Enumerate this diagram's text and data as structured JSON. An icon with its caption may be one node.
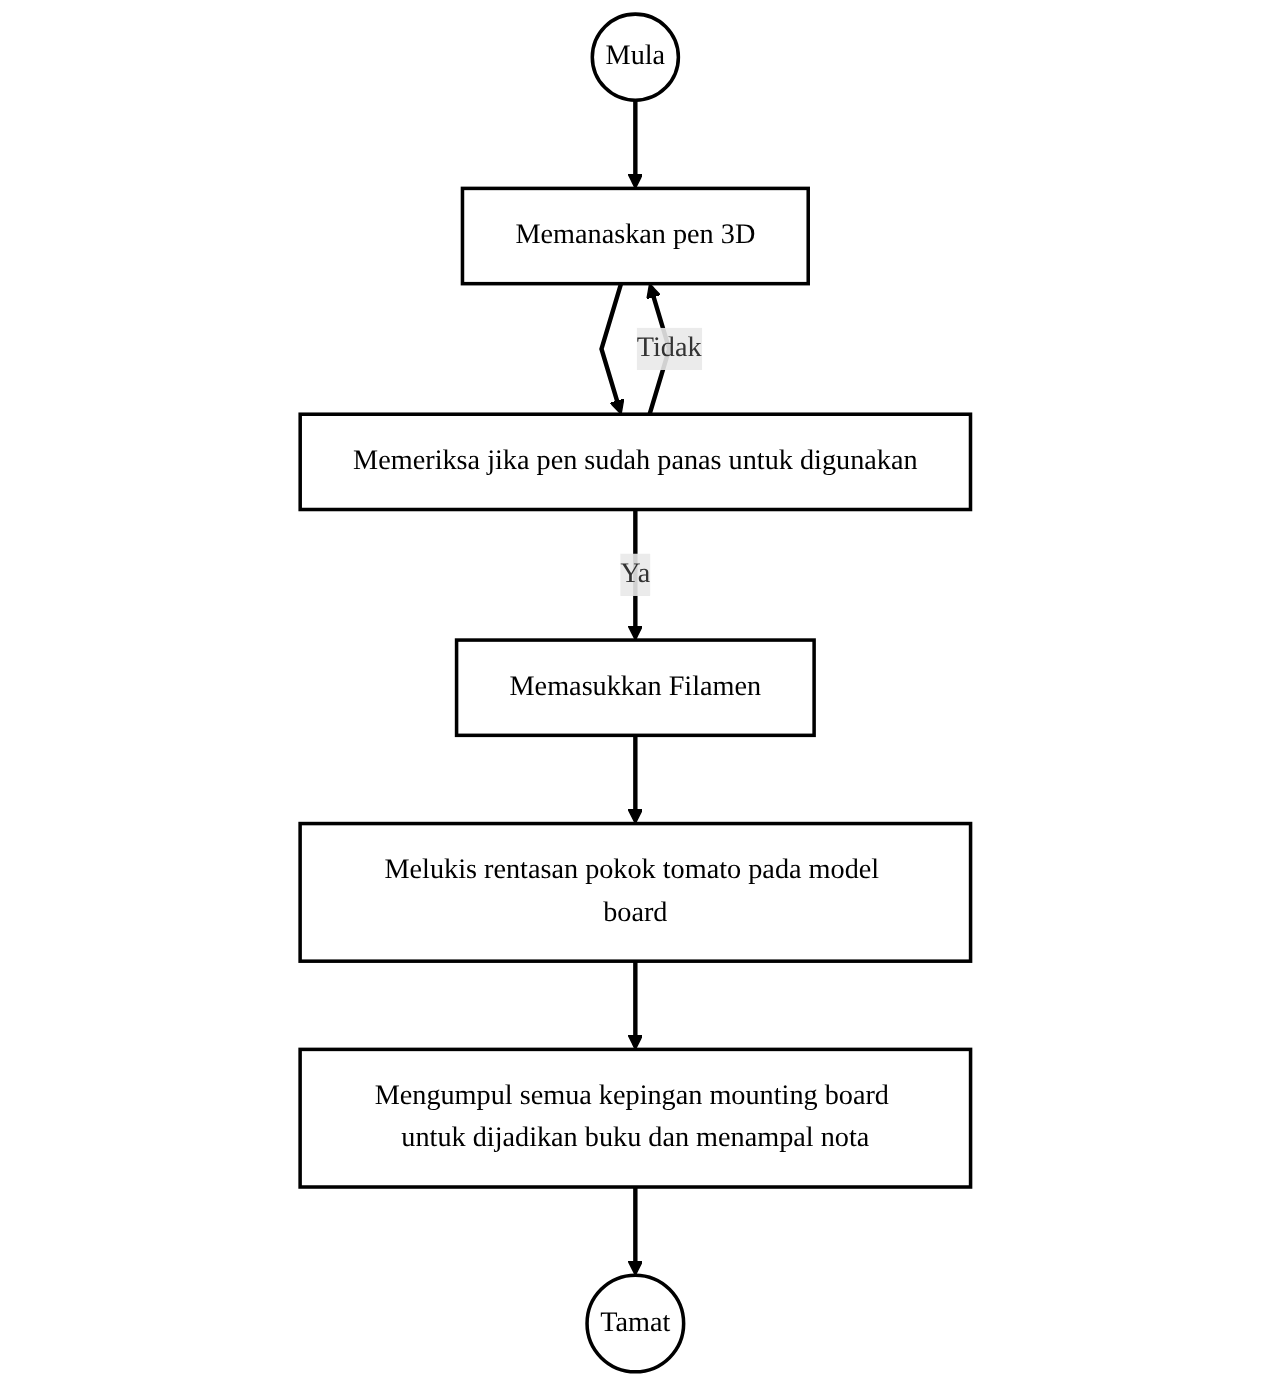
{
  "diagram": {
    "nodes": [
      {
        "text": [
          "Mula"
        ]
      },
      {
        "text": [
          "Memanaskan pen 3D"
        ]
      },
      {
        "text": [
          "Memeriksa jika pen sudah panas untuk digunakan"
        ]
      },
      {
        "text": [
          "Memasukkan Filamen"
        ]
      },
      {
        "text": [
          "Melukis rentasan pokok tomato pada model board"
        ]
      },
      {
        "text": [
          "Mengumpul semua kepingan mounting board untuk dijadikan buku dan menampal nota"
        ]
      },
      {
        "text": [
          "Tamat"
        ]
      }
    ],
    "edges": [
      {
        "from": 0,
        "to": 1,
        "arrow": "to"
      },
      {
        "from": 1,
        "to": 2,
        "arrow": "to"
      },
      {
        "from": 2,
        "to": 1,
        "arrow": "to",
        "label": "Tidak"
      },
      {
        "from": 2,
        "to": 3,
        "arrow": "to",
        "label": "Ya"
      },
      {
        "from": 3,
        "to": 4,
        "arrow": "to"
      },
      {
        "from": 4,
        "to": 5,
        "arrow": "to"
      },
      {
        "from": 5,
        "to": 6,
        "arrow": "to"
      }
    ]
  }
}
